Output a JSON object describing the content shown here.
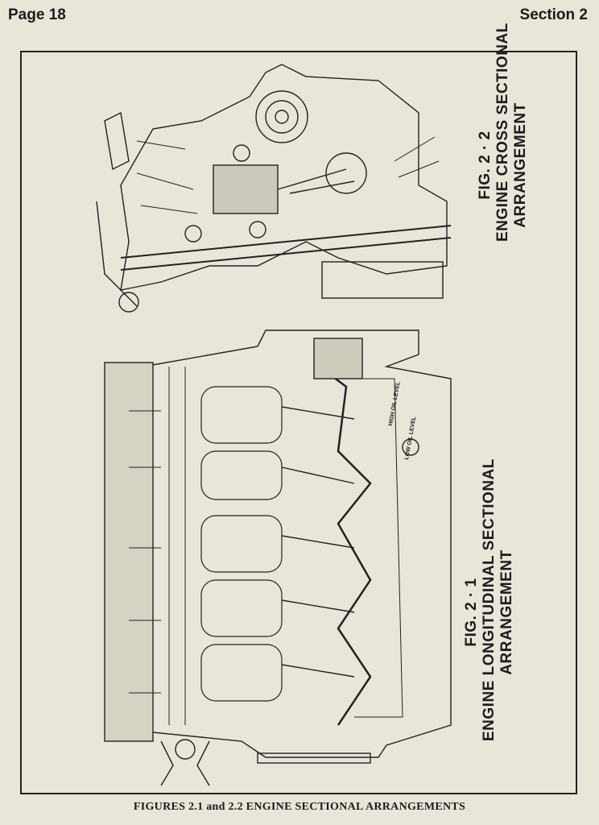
{
  "header": {
    "page": "Page 18",
    "section": "Section 2"
  },
  "figures": [
    {
      "number": "FIG. 2 · 2",
      "title": "ENGINE CROSS SECTIONAL",
      "title2": "ARRANGEMENT"
    },
    {
      "number": "FIG. 2 · 1",
      "title": "ENGINE LONGITUDINAL SECTIONAL",
      "title2": "ARRANGEMENT"
    }
  ],
  "labels": {
    "high_oil": "HIGH OIL LEVEL",
    "low_oil": "LOW OIL LEVEL"
  },
  "footer": "FIGURES 2.1 and 2.2  ENGINE SECTIONAL ARRANGEMENTS"
}
